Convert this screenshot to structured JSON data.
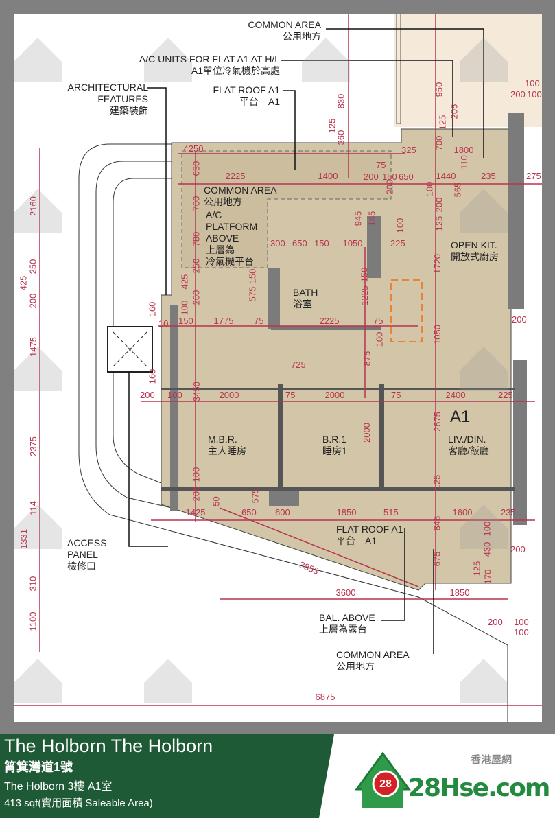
{
  "plan": {
    "callouts": {
      "common_area_top": {
        "en": "COMMON AREA",
        "zh": "公用地方"
      },
      "ac_units": {
        "en": "A/C UNITS FOR FLAT A1 AT H/L",
        "zh": "A1單位冷氣機於高處"
      },
      "arch_features": {
        "en1": "ARCHITECTURAL",
        "en2": "FEATURES",
        "zh": "建築裝飾"
      },
      "flat_roof_top": {
        "en": "FLAT ROOF A1",
        "zh": "平台　A1"
      },
      "common_area_mid": {
        "en": "COMMON AREA",
        "zh": "公用地方"
      },
      "ac_platform": {
        "en1": "A/C",
        "en2": "PLATFORM",
        "en3": "ABOVE",
        "zh1": "上層為",
        "zh2": "冷氣機平台"
      },
      "access_panel": {
        "en1": "ACCESS",
        "en2": "PANEL",
        "zh": "檢修口"
      },
      "flat_roof_bottom": {
        "en": "FLAT ROOF A1",
        "zh": "平台　A1"
      },
      "bal_above": {
        "en": "BAL. ABOVE",
        "zh": "上層為露台"
      },
      "common_area_bottom": {
        "en": "COMMON AREA",
        "zh": "公用地方"
      }
    },
    "rooms": {
      "bath": {
        "en": "BATH",
        "zh": "浴室"
      },
      "open_kit": {
        "en": "OPEN KIT.",
        "zh": "開放式廚房"
      },
      "mbr": {
        "en": "M.B.R.",
        "zh": "主人睡房"
      },
      "br1": {
        "en": "B.R.1",
        "zh": "睡房1"
      },
      "liv": {
        "en": "LIV./DIN.",
        "zh": "客廳/飯廳"
      },
      "unit": "A1"
    },
    "dimensions": [
      "4250",
      "325",
      "1800",
      "2225",
      "1400",
      "75",
      "200",
      "150",
      "650",
      "1440",
      "235",
      "275",
      "300",
      "650",
      "150",
      "1050",
      "225",
      "10",
      "150",
      "1775",
      "75",
      "2225",
      "75",
      "200",
      "725",
      "200",
      "100",
      "2000",
      "75",
      "2000",
      "75",
      "2400",
      "225",
      "1425",
      "650",
      "600",
      "1850",
      "515",
      "1600",
      "235",
      "3853",
      "3600",
      "1850",
      "200",
      "100",
      "100",
      "6875",
      "200",
      "100",
      "100",
      "830",
      "125",
      "360",
      "950",
      "205",
      "125",
      "700",
      "110",
      "100",
      "565",
      "200",
      "125",
      "630",
      "700",
      "780",
      "250",
      "425",
      "200",
      "100",
      "160",
      "150",
      "575",
      "145",
      "945",
      "200",
      "100",
      "150",
      "1225",
      "1720",
      "1050",
      "100",
      "875",
      "160",
      "3450",
      "2575",
      "2000",
      "100",
      "200",
      "575",
      "50",
      "125",
      "845",
      "675",
      "100",
      "430",
      "125",
      "170",
      "200",
      "2160",
      "250",
      "425",
      "200",
      "1475",
      "2375",
      "114",
      "1331",
      "310",
      "1100"
    ],
    "colors": {
      "floor": "#d3c6a8",
      "wall": "#7b7b7c",
      "dimension": "#b8344f",
      "upper_area": "#f5e9da",
      "orange_dash": "#e8833a"
    },
    "watermark": "28Hse.com"
  },
  "banner": {
    "title": "The Holborn The Holborn",
    "address": "筲箕灣道1號",
    "unit": "The Holborn 3樓 A1室",
    "area": "413 sqf(實用面積 Saleable Area)",
    "logo_tagline": "香港屋網",
    "logo_text": "28Hse.com",
    "logo_badge": "28",
    "green": "#1e5a35"
  }
}
